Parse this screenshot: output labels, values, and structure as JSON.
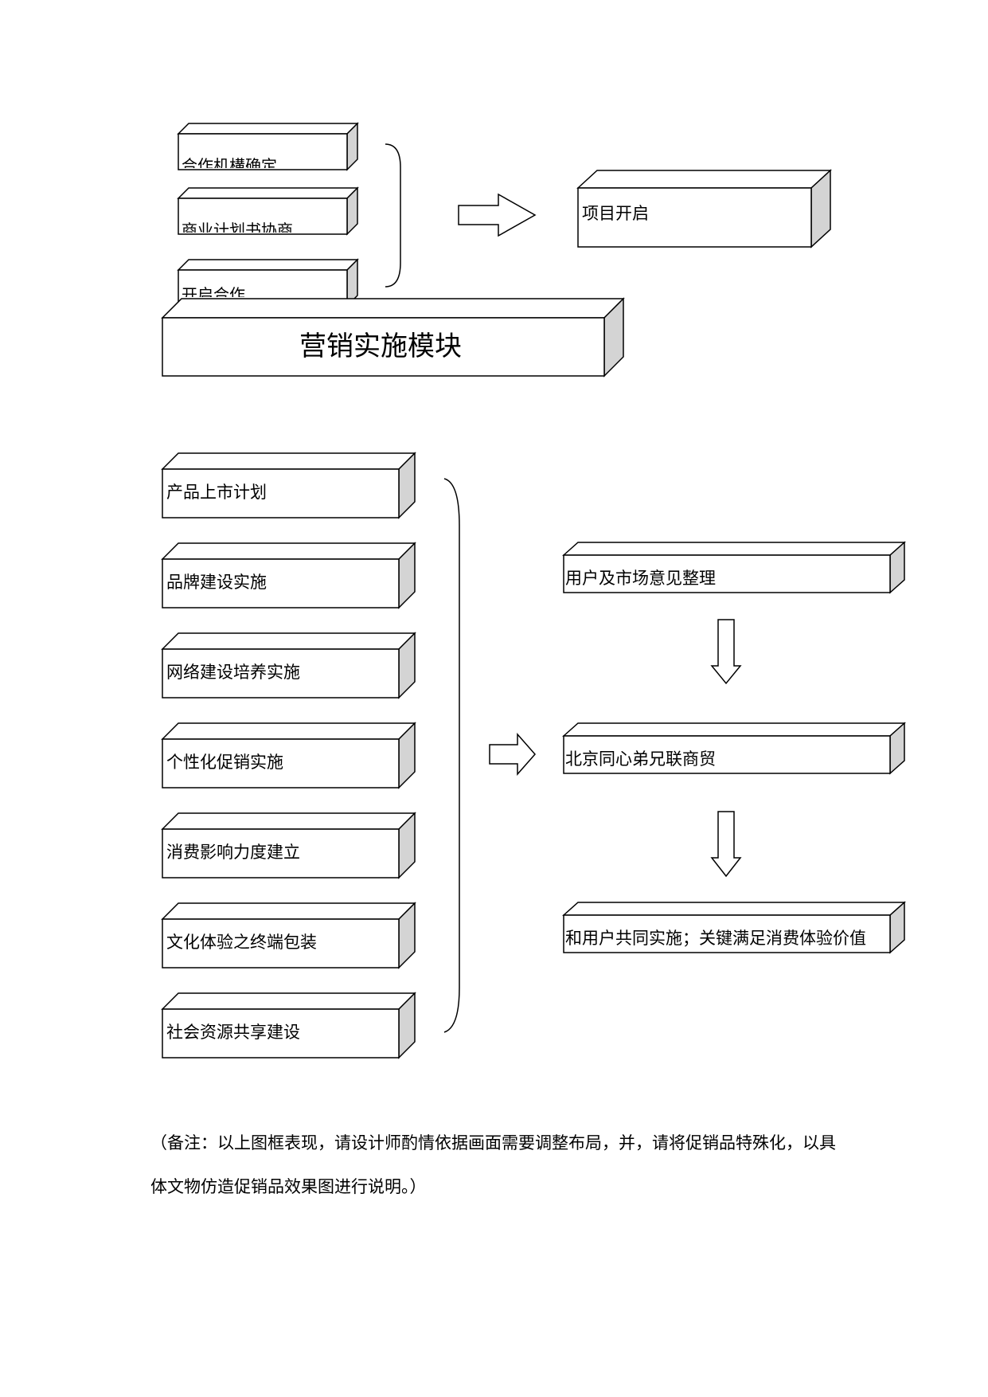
{
  "top_section": {
    "items": [
      "合作机構确定",
      "商业计划书协商",
      "开启合作"
    ],
    "result": "项目开启"
  },
  "module_title": "营销实施模块",
  "left_items": [
    "产品上市计划",
    "品牌建设实施",
    "网络建设培养实施",
    "个性化促销实施",
    "消费影响力度建立",
    "文化体验之终端包装",
    "社会资源共享建设"
  ],
  "right_flow": [
    "用户及市场意见整理",
    "北京同心弟兄联商贸",
    "和用户共同实施；关键满足消费体验价值"
  ],
  "note": {
    "line1": "（备注：以上图框表现，请设计师酌情依据画面需要调整布局，并，请将促销品特殊化，以具",
    "line2": "体文物仿造促销品效果图进行说明。）"
  },
  "colors": {
    "box_face": "#ffffff",
    "box_side": "#d4d4d4",
    "stroke": "#000000"
  }
}
